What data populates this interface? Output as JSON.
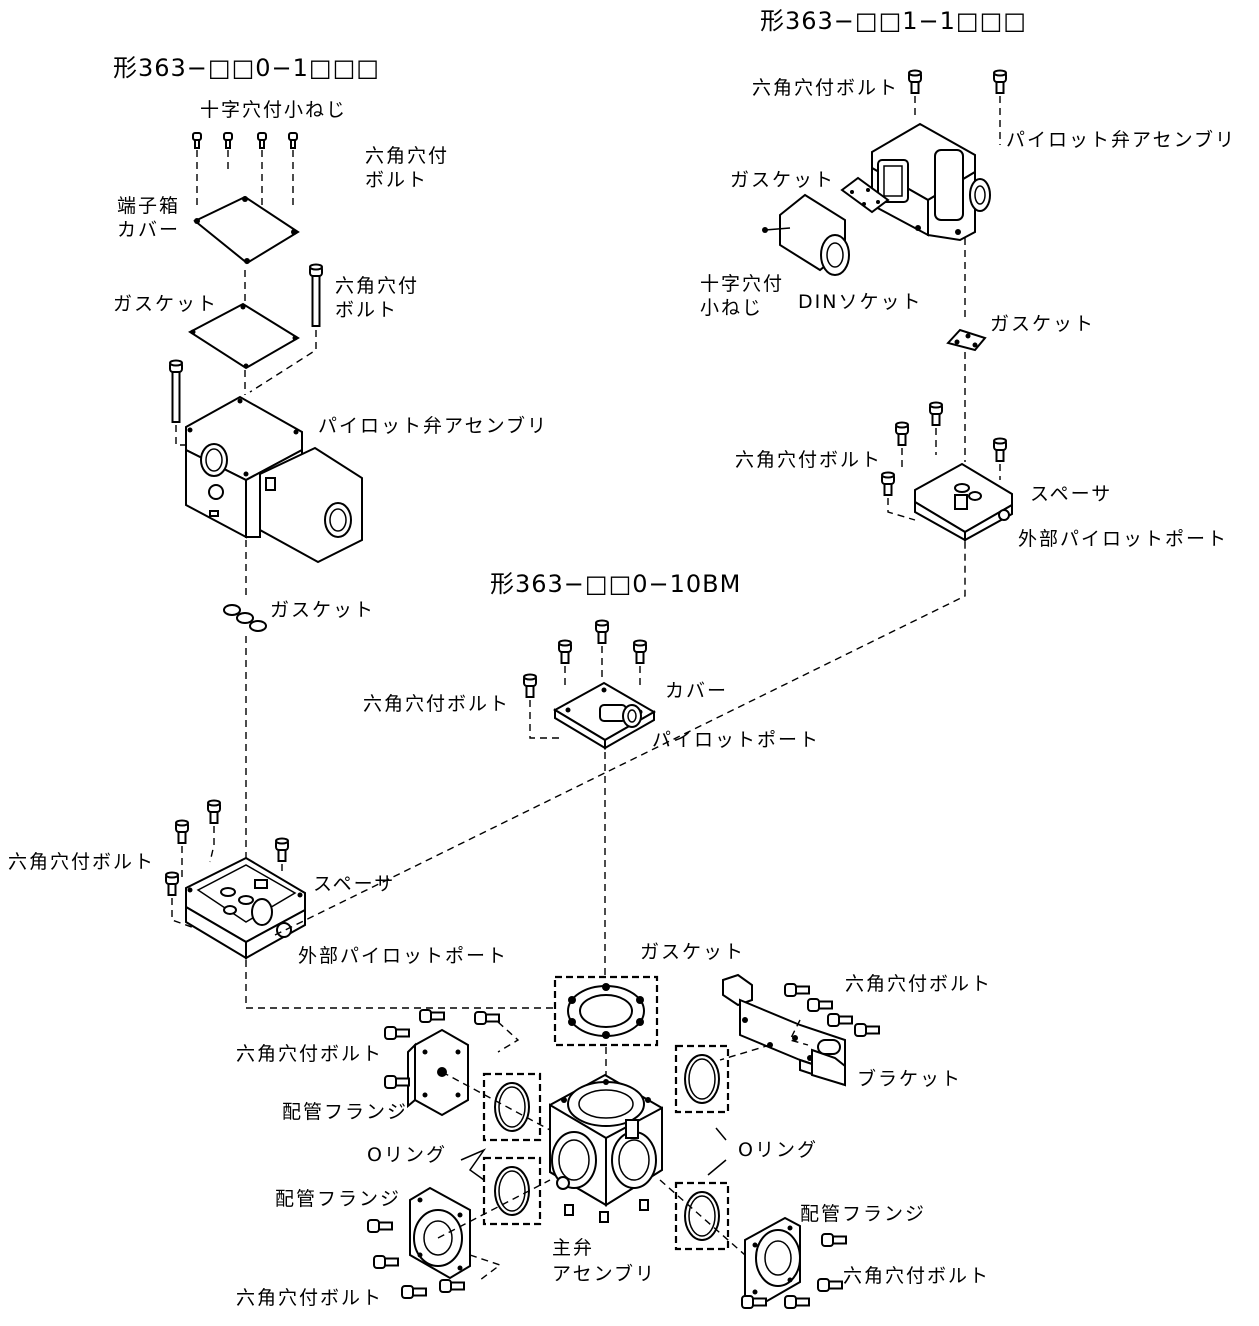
{
  "models": {
    "standard": "形363−□□0−1□□□",
    "din": "形363−□□1−1□□□",
    "bm": "形363−□□0−10BM"
  },
  "labels": {
    "cross_screw_top": "十字穴付小ねじ",
    "hex_bolt_top_1": "六角穴付",
    "hex_bolt_top_2": "ボルト",
    "terminal_box_1": "端子箱",
    "terminal_box_2": "カバー",
    "gasket_left_top": "ガスケット",
    "hex_bolt_long_1": "六角穴付",
    "hex_bolt_long_2": "ボルト",
    "pilot_valve_left": "パイロット弁アセンブリ",
    "gasket_left_small": "ガスケット",
    "hex_bolt_spacer_left": "六角穴付ボルト",
    "spacer_left": "スペーサ",
    "ext_pilot_left": "外部パイロットポート",
    "hex_bolt_din": "六角穴付ボルト",
    "pilot_valve_right": "パイロット弁アセンブリ",
    "gasket_din": "ガスケット",
    "cross_screw_din_1": "十字穴付",
    "cross_screw_din_2": "小ねじ",
    "din_socket": "DINソケット",
    "gasket_right_small": "ガスケット",
    "hex_bolt_spacer_right": "六角穴付ボルト",
    "spacer_right": "スペーサ",
    "ext_pilot_right": "外部パイロットポート",
    "hex_bolt_cover": "六角穴付ボルト",
    "cover": "カバー",
    "pilot_port": "パイロットポート",
    "gasket_main": "ガスケット",
    "hex_bolt_flange_ul": "六角穴付ボルト",
    "pipe_flange_ul": "配管フランジ",
    "oring_left": "Oリング",
    "pipe_flange_ll": "配管フランジ",
    "hex_bolt_flange_ll": "六角穴付ボルト",
    "main_valve_1": "主弁",
    "main_valve_2": "アセンブリ",
    "hex_bolt_bracket": "六角穴付ボルト",
    "bracket": "ブラケット",
    "oring_right": "Oリング",
    "pipe_flange_r": "配管フランジ",
    "hex_bolt_flange_r": "六角穴付ボルト"
  }
}
